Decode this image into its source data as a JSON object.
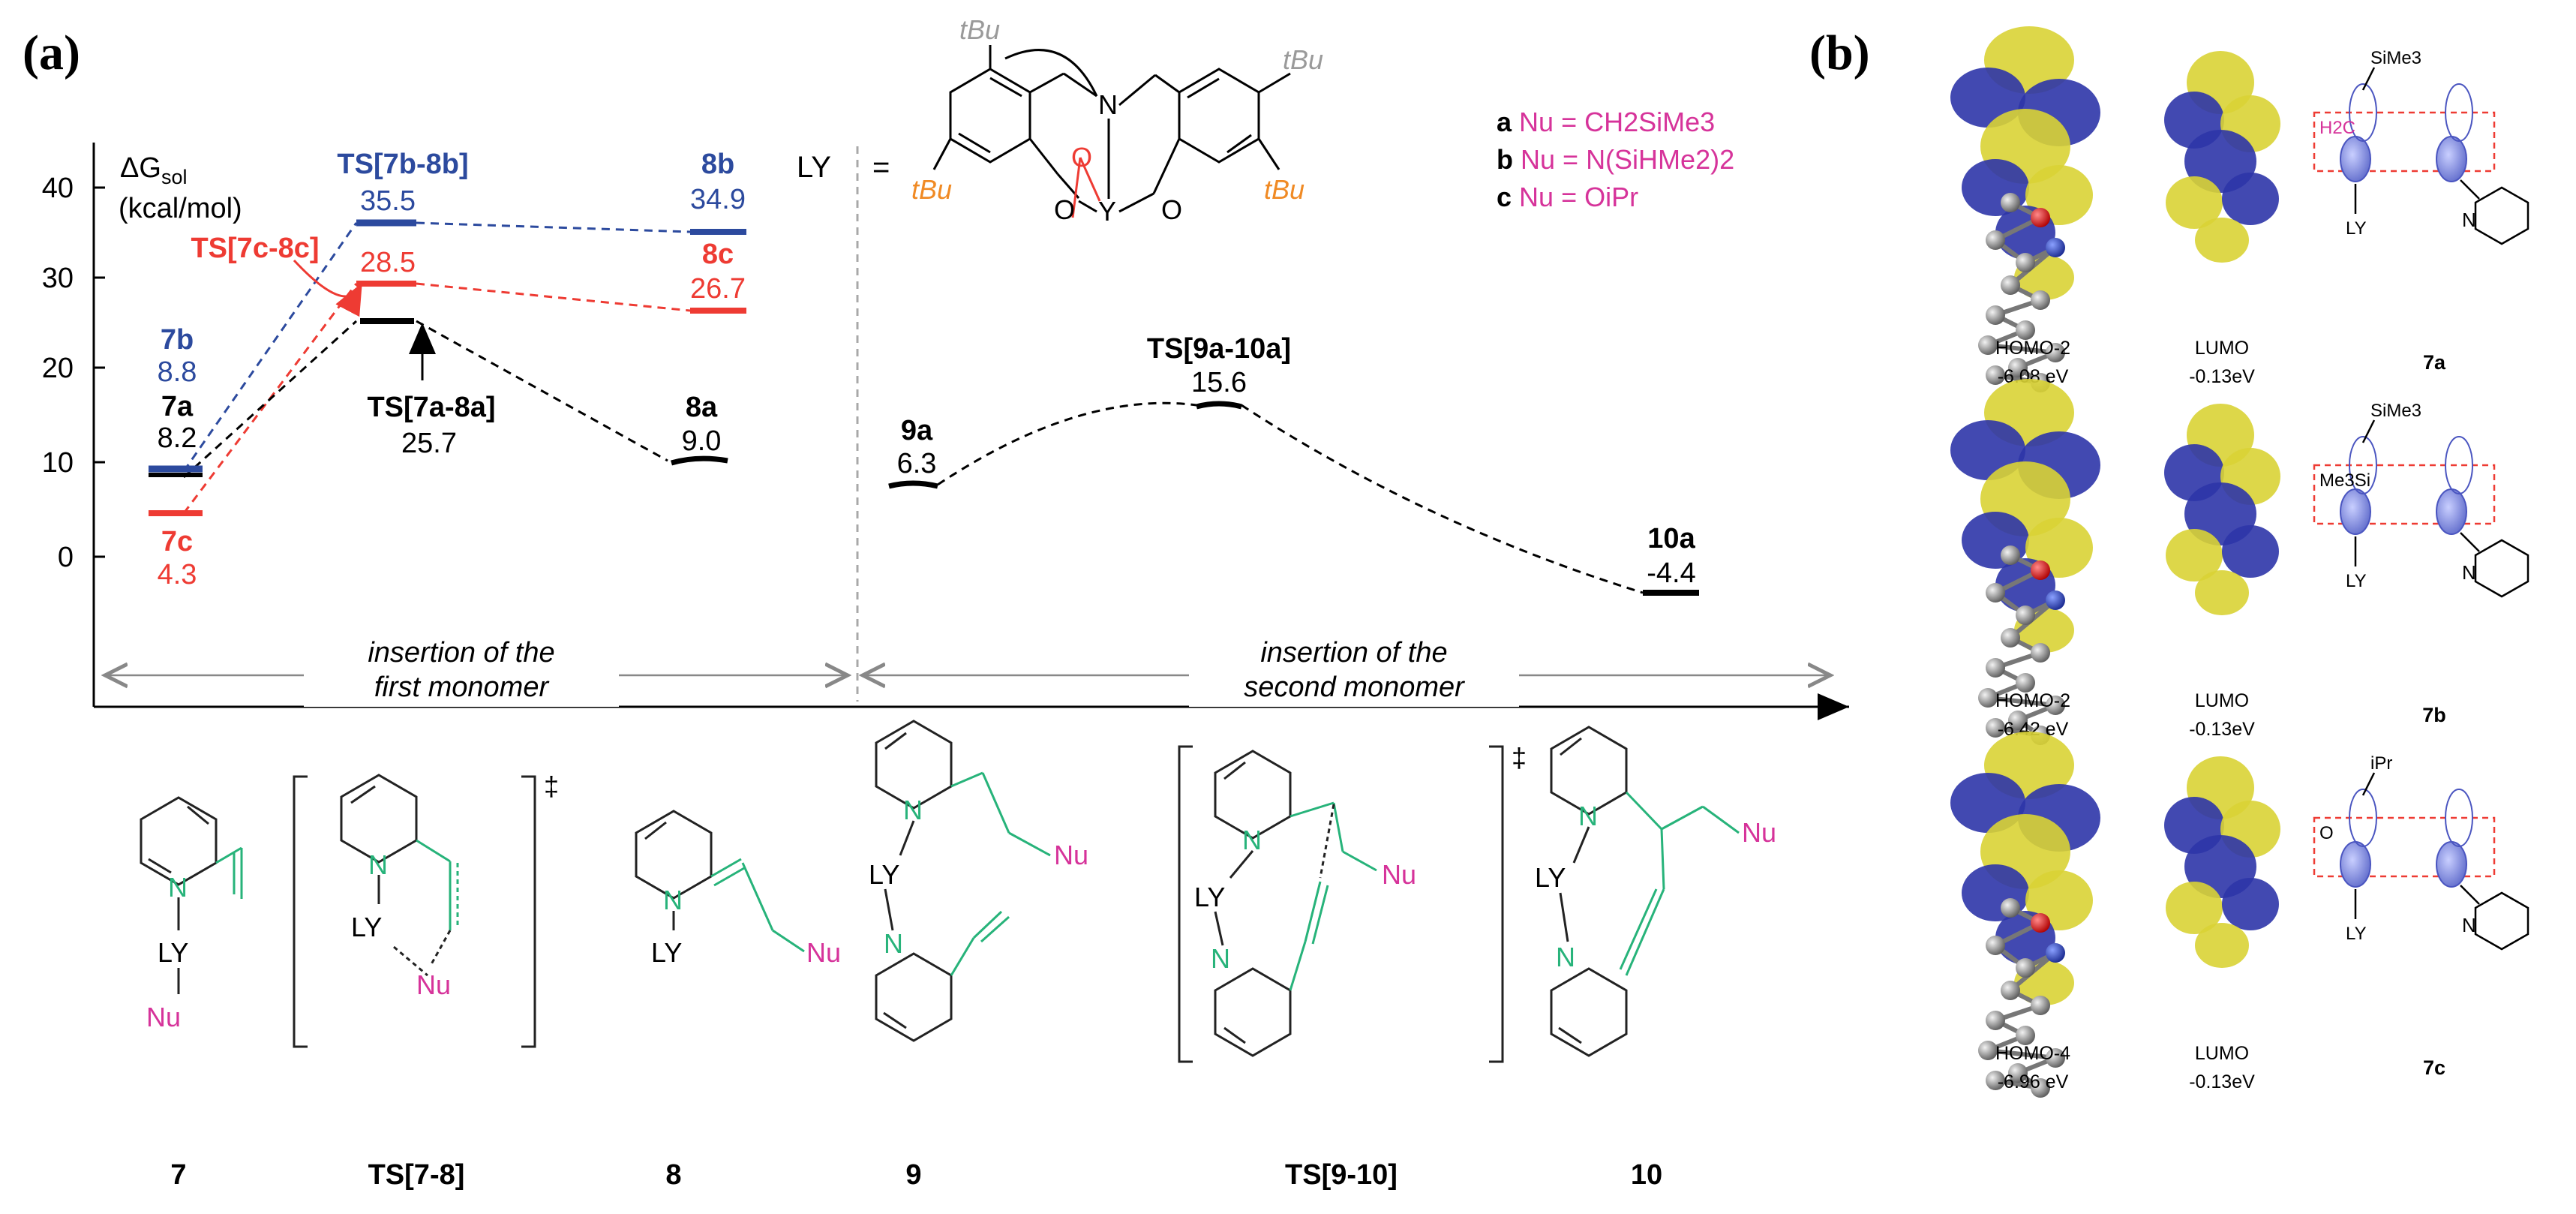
{
  "panel_a": {
    "label": "(a)",
    "y_axis": {
      "symbol": "ΔG",
      "subscript": "sol",
      "unit": "(kcal/mol)",
      "ticks": [
        "40",
        "30",
        "20",
        "10",
        "0"
      ]
    },
    "regions": {
      "left": [
        "insertion of the",
        "first monomer"
      ],
      "right": [
        "insertion of the",
        "second monomer"
      ]
    },
    "ly_equals": "LY",
    "eq_sign": "=",
    "ligand": {
      "tbu": "tBu",
      "N": "N",
      "O": "O",
      "Y": "Y"
    },
    "nu_legend": [
      {
        "key": "a",
        "text": "Nu = CH2SiMe3"
      },
      {
        "key": "b",
        "text": "Nu = N(SiHMe2)2"
      },
      {
        "key": "c",
        "text": "Nu = OiPr"
      }
    ],
    "species": {
      "s7b": {
        "name": "7b",
        "value": "8.8"
      },
      "s7a": {
        "name": "7a",
        "value": "8.2"
      },
      "s7c": {
        "name": "7c",
        "value": "4.3"
      },
      "ts7b": {
        "name": "TS[7b-8b]",
        "value": "35.5"
      },
      "ts7c": {
        "name": "TS[7c-8c]",
        "value": "28.5"
      },
      "ts7a": {
        "name": "TS[7a-8a]",
        "value": "25.7"
      },
      "s8b": {
        "name": "8b",
        "value": "34.9"
      },
      "s8c": {
        "name": "8c",
        "value": "26.7"
      },
      "s8a": {
        "name": "8a",
        "value": "9.0"
      },
      "s9a": {
        "name": "9a",
        "value": "6.3"
      },
      "ts9a": {
        "name": "TS[9a-10a]",
        "value": "15.6"
      },
      "s10a": {
        "name": "10a",
        "value": "-4.4"
      }
    },
    "structures": {
      "labels": [
        "7",
        "TS[7-8]",
        "8",
        "9",
        "TS[9-10]",
        "10"
      ],
      "LY": "LY",
      "N": "N",
      "Nu": "Nu",
      "ddagger": "‡"
    }
  },
  "panel_b": {
    "label": "(b)",
    "rows": [
      {
        "homo": "HOMO-2",
        "homo_e": "-6.08 eV",
        "lumo": "LUMO",
        "lumo_e": "-0.13eV",
        "compound": "7a",
        "sub1": "SiMe3",
        "sub2": "H2C",
        "ly": "LY",
        "n": "N"
      },
      {
        "homo": "HOMO-2",
        "homo_e": "-6.42 eV",
        "lumo": "LUMO",
        "lumo_e": "-0.13eV",
        "compound": "7b",
        "sub1": "SiMe3",
        "sub2": "Me3Si",
        "ly": "LY",
        "n": "N"
      },
      {
        "homo": "HOMO-4",
        "homo_e": "-6.96 eV",
        "lumo": "LUMO",
        "lumo_e": "-0.13eV",
        "compound": "7c",
        "sub1": "iPr",
        "sub2": "O",
        "ly": "LY",
        "n": "N"
      }
    ]
  },
  "colors": {
    "blue": "#2c4a9e",
    "red": "#ee3b33",
    "black": "#000000",
    "green": "#27b37a",
    "magenta": "#d6339a",
    "orange": "#f08a24",
    "gray": "#9a9a9a",
    "orbital_blue": "#2e35a8",
    "orbital_yellow": "#d9d335"
  }
}
